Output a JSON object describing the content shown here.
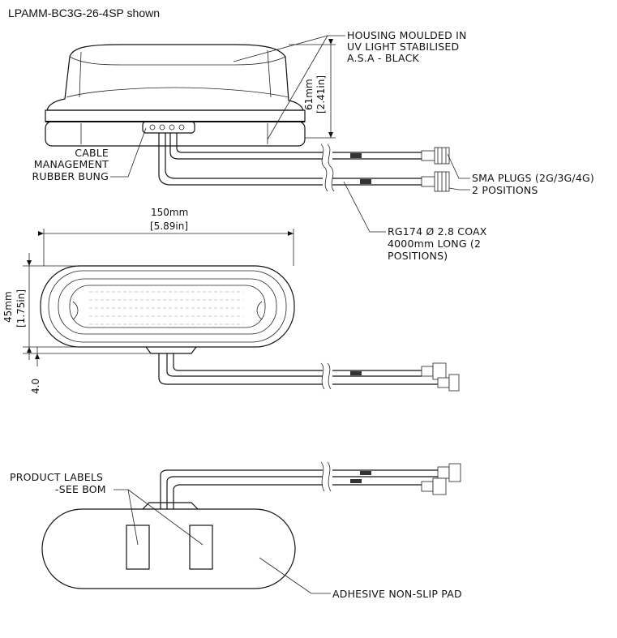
{
  "caption": "LPAMM-BC3G-26-4SP shown",
  "callouts": {
    "housing": [
      "HOUSING MOULDED IN",
      "UV LIGHT STABILISED",
      "A.S.A - BLACK"
    ],
    "bung": [
      "CABLE",
      "MANAGEMENT",
      "RUBBER BUNG"
    ],
    "sma": [
      "SMA PLUGS (2G/3G/4G)",
      "2 POSITIONS"
    ],
    "coax": [
      "RG174 Ø 2.8 COAX",
      "4000mm LONG (2",
      "POSITIONS)"
    ],
    "labels": [
      "PRODUCT LABELS",
      "-SEE BOM"
    ],
    "pad": "ADHESIVE NON-SLIP PAD"
  },
  "dimensions": {
    "height_mm": "61mm",
    "height_in": "[2.41in]",
    "length_mm": "150mm",
    "length_in": "[5.89in]",
    "width_mm": "45mm",
    "width_in": "[1.75in]",
    "offset": "4.0"
  }
}
